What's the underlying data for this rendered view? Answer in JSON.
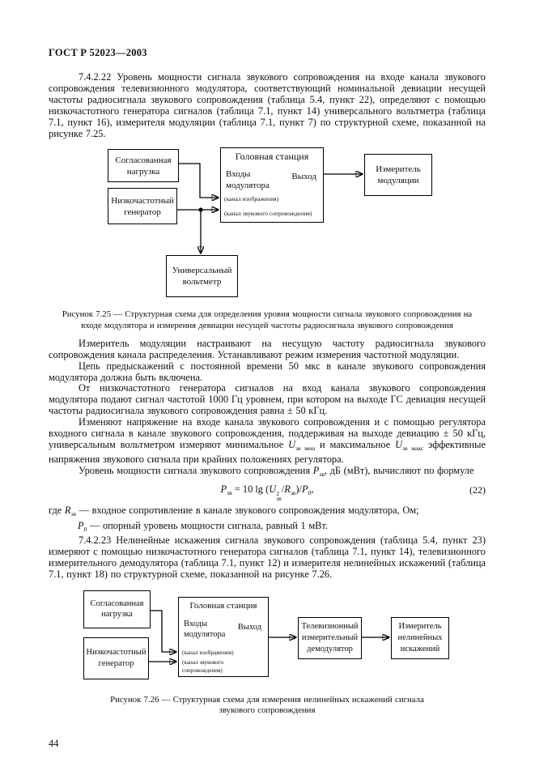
{
  "header": {
    "title": "ГОСТ Р 52023—2003"
  },
  "page_number": "44",
  "sections": {
    "p_7422": "7.4.2.22 Уровень мощности сигнала звукового сопровождения на входе канала звукового сопровождения телевизионного модулятора, соответствующий номинальной девиации несущей частоты радиосигнала звукового сопровождения (таблица 5.4, пункт 22), определяют с помощью низкочастотного генератора сигналов (таблица 7.1, пункт 14) универсального вольтметра (таблица 7.1, пункт 16), измерителя модуляции (таблица 7.1, пункт 7) по структурной схеме, показанной на рисунке 7.25.",
    "p_tune": "Измеритель модуляции настраивают на несущую частоту радиосигнала звукового сопровождения канала распределения. Устанавливают режим измерения частотной модуляции.",
    "p_preemphasis": "Цепь предыскажений с постоянной времени 50 мкс в канале звукового сопровождения модулятора должна быть включена.",
    "p_generator": "От низкочастотного генератора сигналов на вход канала звукового сопровождения модулятора подают сигнал частотой 1000 Гц уровнем, при котором на выходе ГС девиация несущей частоты радиосигнала звукового сопровождения равна ± 50 кГц.",
    "p_voltage": {
      "a": "Изменяют напряжение на входе канала звукового сопровождения и с помощью регулятора входного сигнала в канале звукового сопровождения, поддерживая на выходе девиацию ± 50 кГц, универсальным вольтметром измеряют минимальное ",
      "u1": "U",
      "u1_sub": "зв мин",
      "b": " и максимальное ",
      "u2": "U",
      "u2_sub": "зв макс",
      "c": " эффективные напряжения звукового сигнала при крайних положениях регулятора."
    },
    "p_level": {
      "a": "Уровень мощности сигнала звукового сопровождения ",
      "var": "P",
      "sub": "зв",
      "b": ", дБ (мВт), вычисляют по формуле"
    },
    "p_7423": "7.4.2.23 Нелинейные искажения сигнала звукового сопровождения (таблица 5.4, пункт 23) измеряют с помощью низкочастотного генератора сигналов (таблица 7.1, пункт 14), телевизионного измерительного демодулятора (таблица 7.1, пункт 12) и измерителя нелинейных искажений (таблица 7.1, пункт 18) по структурной схеме, показанной на рисунке 7.26."
  },
  "formula": {
    "p": "P",
    "p_sub": "зв",
    "eq": " = 10 lg (",
    "u": "U",
    "u_sup": "2",
    "u_sub": "зв",
    "slash": "/",
    "r": "R",
    "r_sub": "зв",
    "close": ")/",
    "p0": "P",
    "p0_sub": "0",
    "comma": ",",
    "number": "(22)"
  },
  "where": {
    "prefix": "где ",
    "r": "R",
    "r_sub": "зв",
    "r_text": " — входное сопротивление в канале звукового сопровождения модулятора, Ом;",
    "p0": "P",
    "p0_sub": "0",
    "p0_text": " — опорный уровень мощности сигнала, равный 1 мВт."
  },
  "fig25": {
    "caption": "Рисунок 7.25 — Структурная схема для определения уровня мощности сигнала звукового сопровождения на входе модулятора и измерения девиации несущей частоты радиосигнала звукового сопровождения",
    "boxes": {
      "matched_load": "Согласованная нагрузка",
      "lf_generator": "Низкочастотный генератор",
      "headend": "Головная станция",
      "inputs": "Входы модулятора",
      "output": "Выход",
      "video_channel": "(канал изображения)",
      "audio_channel": "(канал звукового сопровождения)",
      "mod_meter": "Измеритель модуляции",
      "voltmeter": "Универсальный вольтметр"
    }
  },
  "fig26": {
    "caption": "Рисунок 7.26 — Структурная схема для измерения нелинейных искажений сигнала звукового сопровождения",
    "boxes": {
      "matched_load": "Согласованная нагрузка",
      "lf_generator": "Низкочастотный генератор",
      "headend": "Головная станция",
      "inputs": "Входы модулятора",
      "output": "Выход",
      "video_channel": "(канал изображения)",
      "audio_channel": "(канал звукового сопровождения)",
      "tv_demod": "Телевизионный измерительный демодулятор",
      "distortion_meter": "Измеритель нелинейных искажений"
    }
  }
}
